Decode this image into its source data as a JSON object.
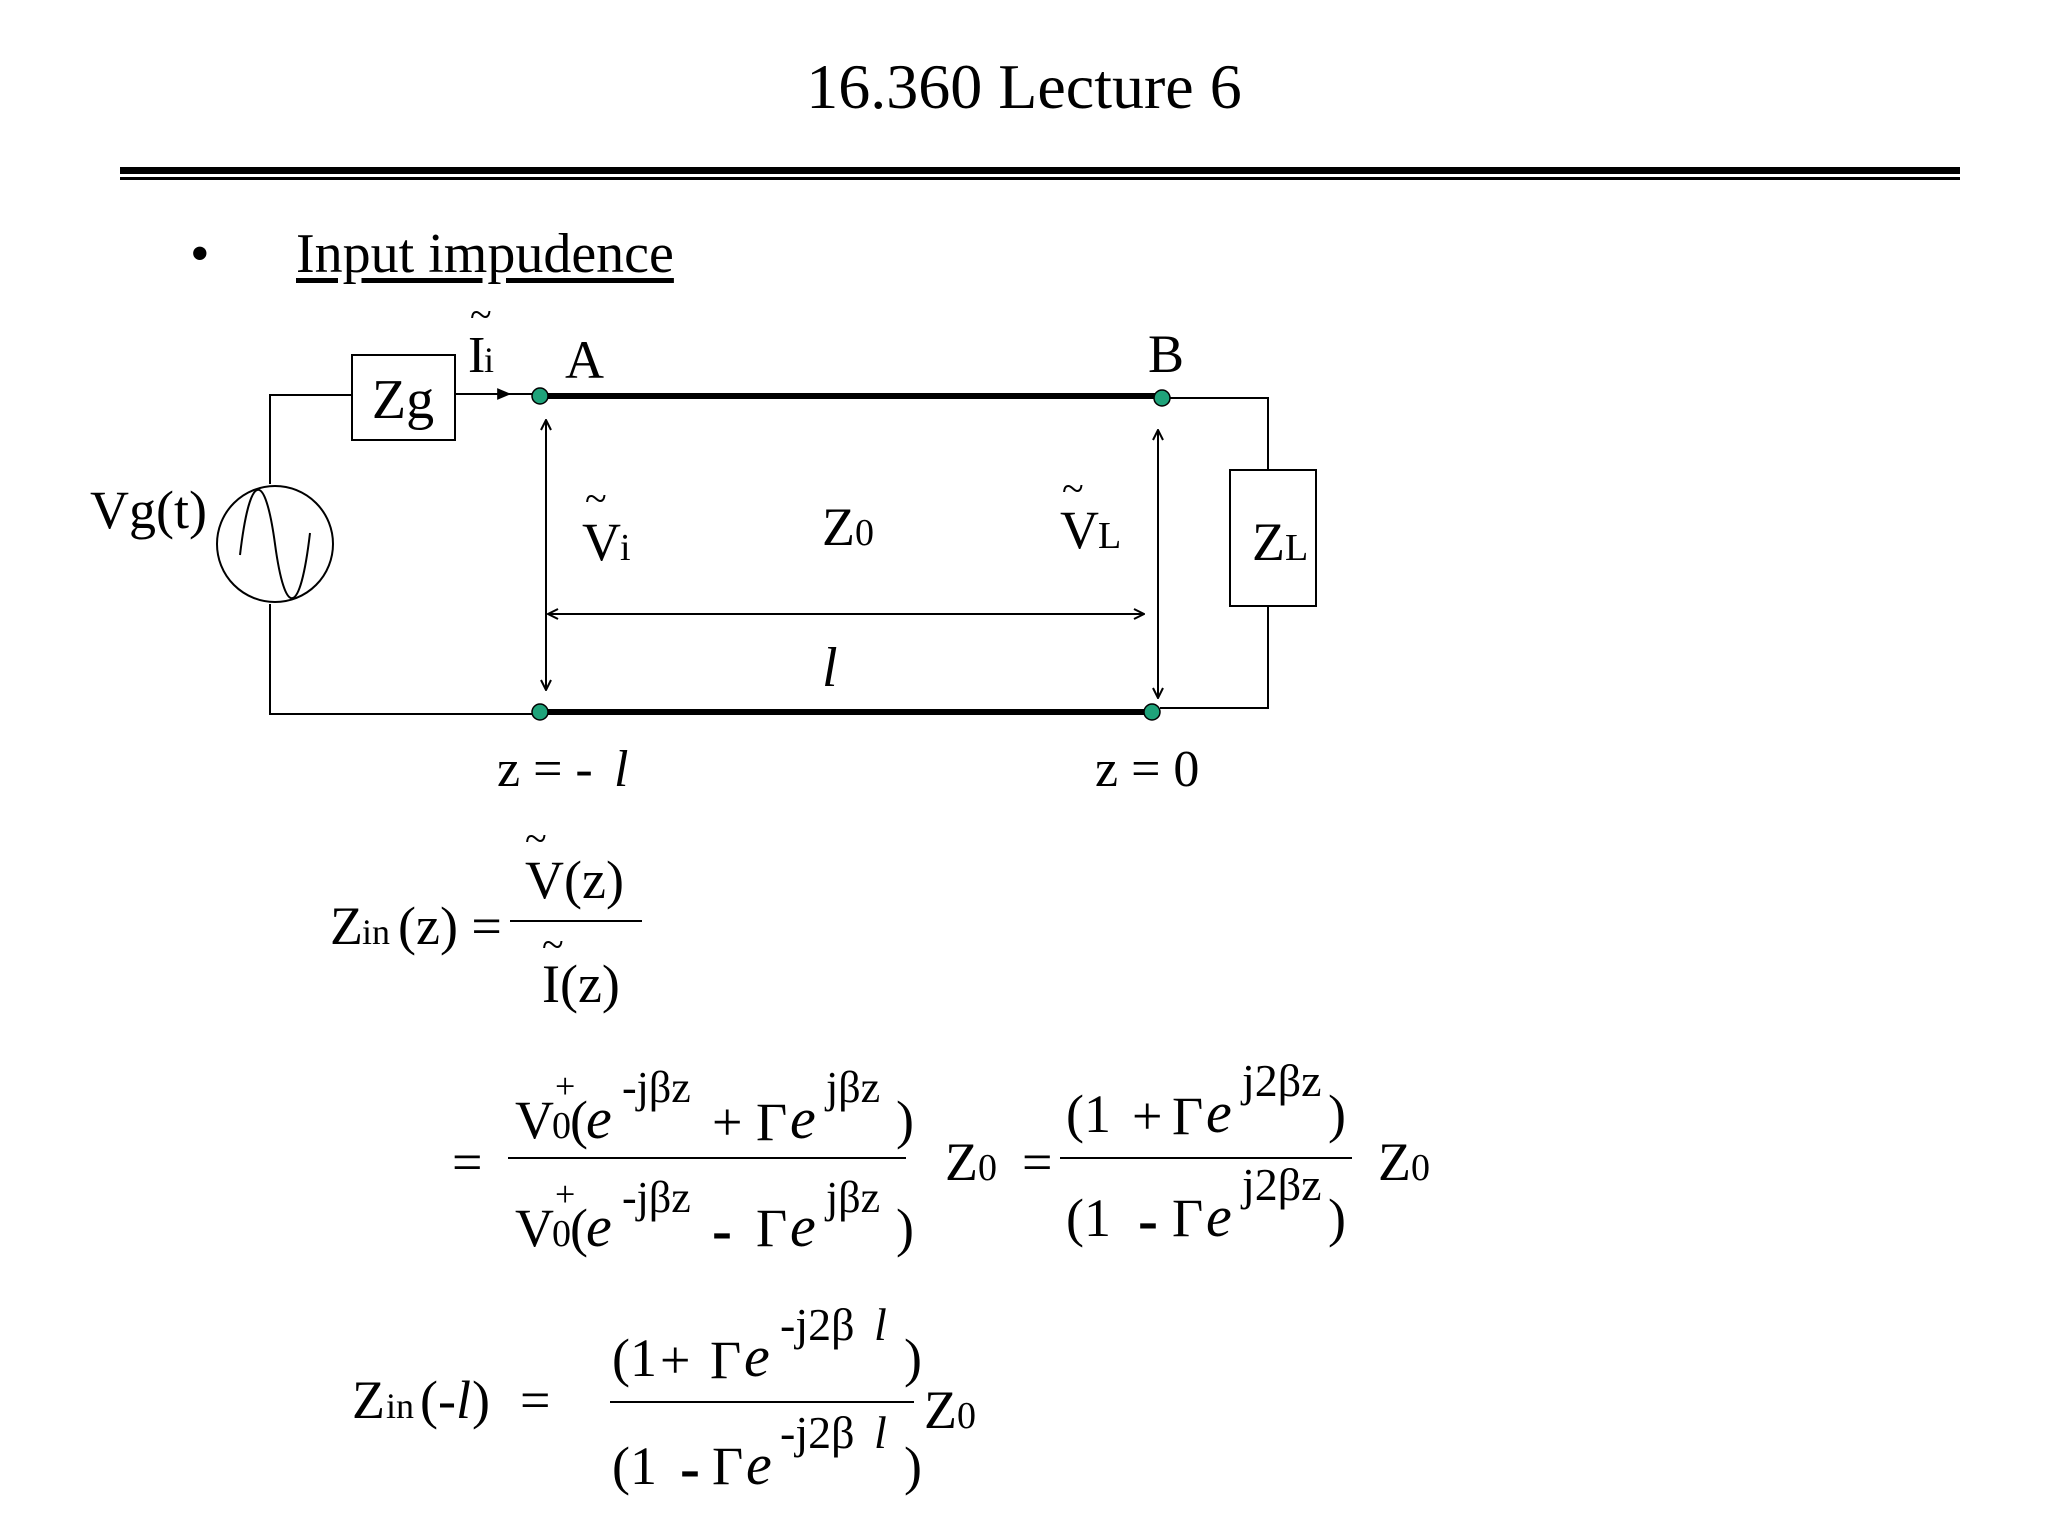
{
  "slide": {
    "title": "16.360 Lecture 6",
    "bullet": "•",
    "heading": "Input impudence"
  },
  "circuit": {
    "source_label": "Vg(t)",
    "generator_impedance": "Zg",
    "current_symbol": "I",
    "current_subscript": "i",
    "point_a": "A",
    "point_b": "B",
    "input_voltage_symbol": "V",
    "input_voltage_subscript": "i",
    "line_impedance_symbol": "Z",
    "line_impedance_subscript": "0",
    "load_voltage_symbol": "V",
    "load_voltage_subscript": "L",
    "load_impedance_symbol": "Z",
    "load_impedance_subscript": "L",
    "length_label": "l",
    "z_left": "z = - ",
    "z_left_var": "l",
    "z_right": "z = 0",
    "tilde": "~"
  },
  "equations": {
    "eq1": {
      "lhs": "Z",
      "lhs_sub": "in",
      "lhs_arg": "(z) =",
      "numerator": "V(z)",
      "denominator": "I(z)"
    },
    "eq2": {
      "equals": "=",
      "amp": "V",
      "amp_sub": "0",
      "plus_sup": "+",
      "open": "(",
      "e": "e",
      "exp_neg": "-jβz",
      "plus": "+",
      "gamma": "Γ",
      "exp_pos": "jβz",
      "close": ")",
      "minus": "-",
      "z0": "Z",
      "z0_sub": "0",
      "equals2": "=",
      "num2_open": "(1",
      "exp_2": "j2βz",
      "den2_open": "(1"
    },
    "eq3": {
      "lhs": "Z",
      "lhs_sub": "in",
      "lhs_arg_open": "(-",
      "lhs_arg_var": "l",
      "lhs_arg_close": ")",
      "equals": "=",
      "open": "(1",
      "plus": "+",
      "minus": "-",
      "gamma": "Γ",
      "e": "e",
      "exp_prefix": "-j2β",
      "exp_var": "l",
      "close": ")",
      "z0": "Z",
      "z0_sub": "0"
    }
  },
  "colors": {
    "terminal_fill": "#1fa37a",
    "ink": "#000000",
    "background": "#ffffff"
  }
}
